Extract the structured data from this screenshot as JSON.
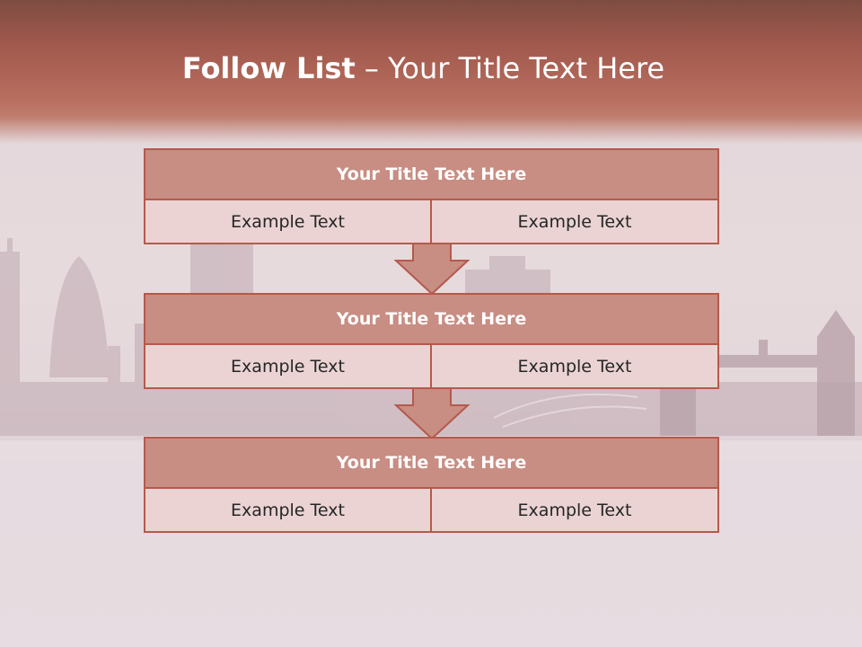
{
  "title": {
    "strong": "Follow List",
    "rest": "– Your Title Text Here"
  },
  "stages": [
    {
      "title": "Your Title Text Here",
      "left": "Example Text",
      "right": "Example Text"
    },
    {
      "title": "Your Title Text Here",
      "left": "Example Text",
      "right": "Example Text"
    },
    {
      "title": "Your Title Text Here",
      "left": "Example Text",
      "right": "Example Text"
    }
  ],
  "colors": {
    "header": "#b86e5f",
    "stage_title_fill": "#c88d83",
    "stage_cell_fill": "#ebd3d3",
    "border": "#b45a4c"
  }
}
